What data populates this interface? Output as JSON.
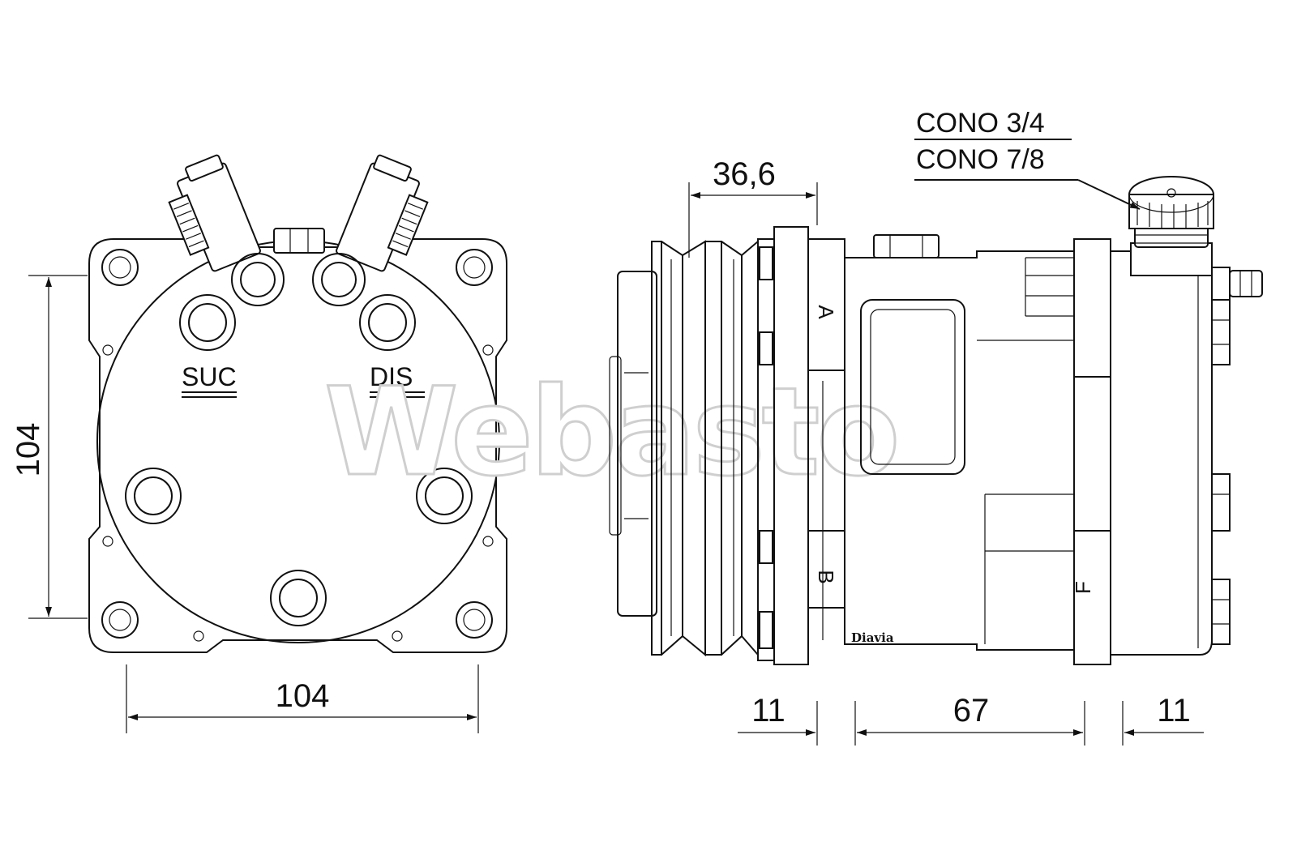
{
  "labels": {
    "suction_port": "SUC",
    "discharge_port": "DIS",
    "fitting_note_line1": "CONO 3/4",
    "fitting_note_line2": "CONO 7/8",
    "mounting_a": "A",
    "mounting_b": "B",
    "mounting_f": "F",
    "manufacturer": "Diavia",
    "watermark": "Webasto"
  },
  "dimensions": {
    "front_height": "104",
    "front_width": "104",
    "pulley_width": "36,6",
    "ear_a_width": "11",
    "body_span": "67",
    "ear_f_width": "11"
  },
  "icons": {
    "leader_arrow": "arrow-icon",
    "dimension_arrowheads": "arrowhead-icon"
  }
}
